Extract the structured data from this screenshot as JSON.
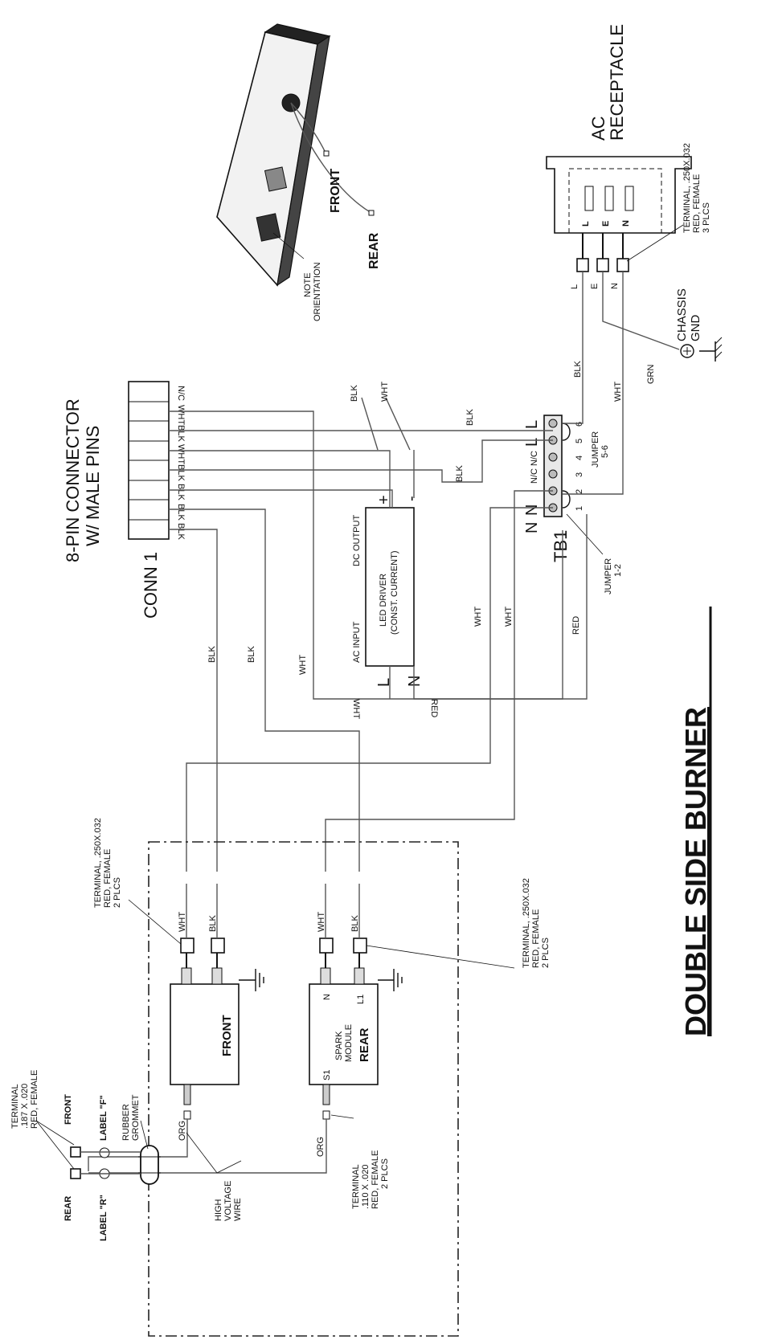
{
  "title": "DOUBLE SIDE BURNER",
  "connector": {
    "heading_line1": "8-PIN CONNECTOR",
    "heading_line2": "W/ MALE PINS",
    "name": "CONN 1",
    "pins": [
      "N/C",
      "WHT",
      "BLK",
      "WHT",
      "BLK",
      "BLK",
      "BLK",
      "BLK"
    ]
  },
  "receptacle": {
    "title_line1": "AC",
    "title_line2": "RECEPTACLE",
    "pins": [
      "L",
      "E",
      "N"
    ],
    "terminal_note": [
      "TERMINAL, .250X.032",
      "RED, FEMALE",
      "3 PLCS"
    ],
    "chassis_gnd": [
      "CHASSIS",
      "GND"
    ]
  },
  "enclosure": {
    "front_label": "FRONT",
    "rear_label": "REAR",
    "note": [
      "NOTE",
      "ORIENTATION"
    ]
  },
  "led_driver": {
    "name_line1": "LED DRIVER",
    "name_line2": "(CONST. CURRENT)",
    "ac_input": "AC INPUT",
    "dc_output": "DC OUTPUT",
    "L": "L",
    "N": "N",
    "plus": "+",
    "minus": "-"
  },
  "terminal_block": {
    "name": "TB1",
    "numbers": [
      "1",
      "2",
      "3",
      "4",
      "5",
      "6"
    ],
    "top_labels": [
      "N",
      "N",
      "N/C",
      "N/C",
      "L",
      "L"
    ],
    "jumper_12": [
      "JUMPER",
      "1-2"
    ],
    "jumper_56": [
      "JUMPER",
      "5-6"
    ]
  },
  "wires": {
    "blk": "BLK",
    "wht": "WHT",
    "red": "RED",
    "grn": "GRN",
    "org": "ORG"
  },
  "spark_front": {
    "label": "FRONT"
  },
  "spark_rear": {
    "label_line1": "SPARK",
    "label_line2": "MODULE",
    "label_line3": "REAR",
    "pin_n": "N",
    "pin_l1": "L1",
    "pin_s1": "S1"
  },
  "notes": {
    "terminal_top": [
      "TERMINAL, .250X.032",
      "RED, FEMALE",
      "2 PLCS"
    ],
    "terminal_right": [
      "TERMINAL, .250X.032",
      "RED, FEMALE",
      "2 PLCS"
    ],
    "terminal_187": [
      "TERMINAL",
      ".187 X .020",
      "RED, FEMALE"
    ],
    "terminal_110": [
      "TERMINAL",
      ".110 X .020",
      "RED, FEMALE",
      "2 PLCS"
    ],
    "rubber_grommet": [
      "RUBBER",
      "GROMMET"
    ],
    "label_f": "LABEL \"F\"",
    "label_r": "LABEL \"R\"",
    "front": "FRONT",
    "rear": "REAR",
    "hv_wire": [
      "HIGH",
      "VOLTAGE",
      "WIRE"
    ]
  }
}
